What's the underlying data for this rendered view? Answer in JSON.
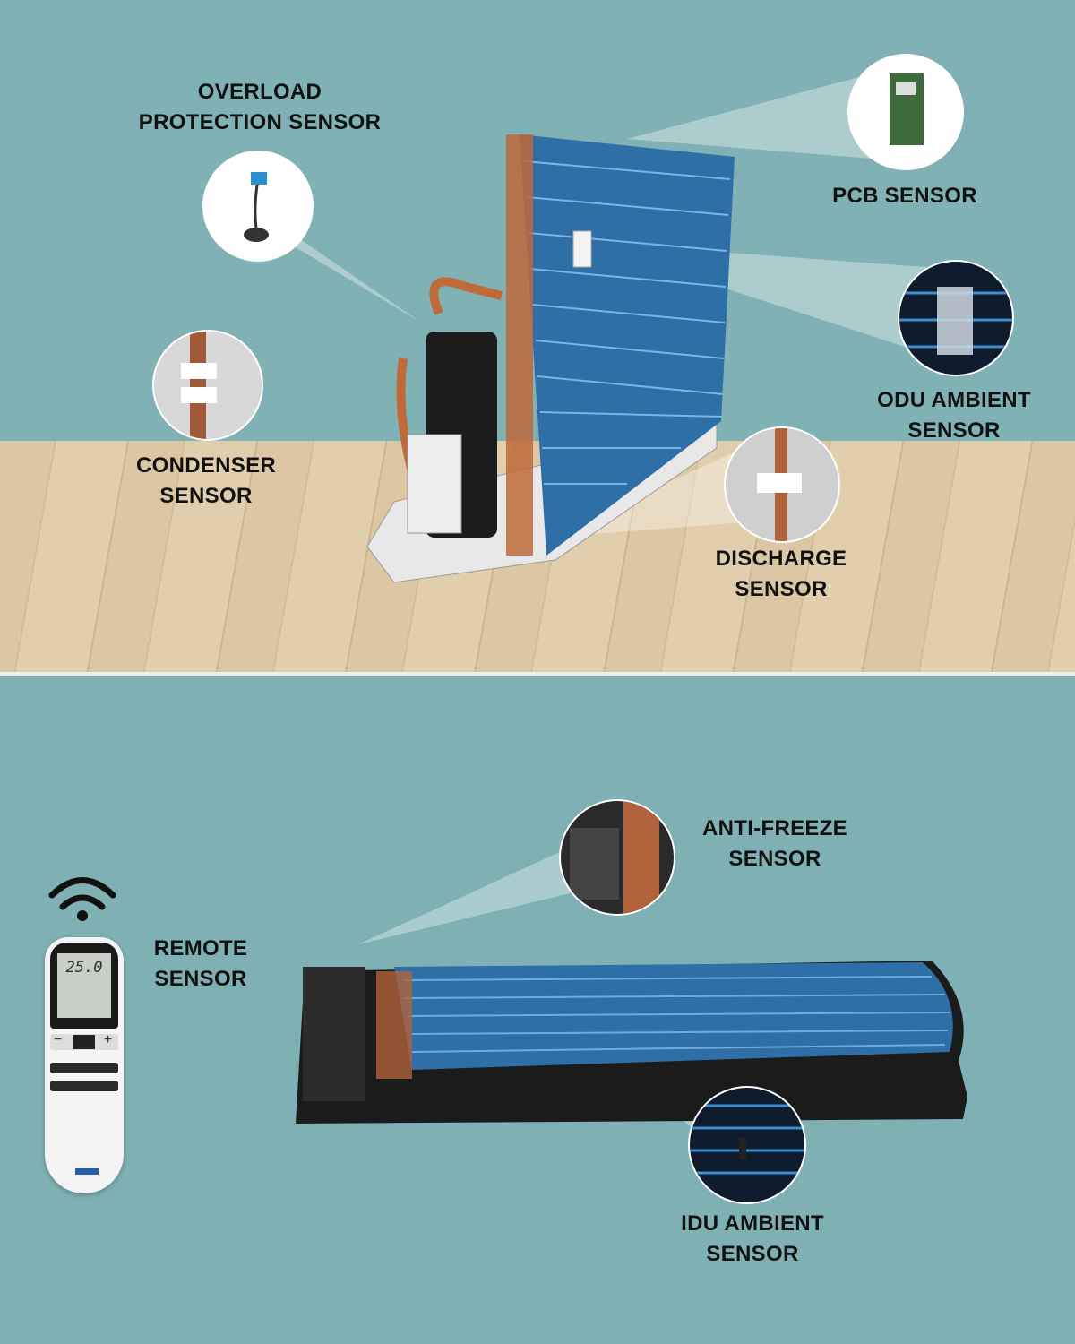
{
  "top_section": {
    "labels": {
      "overload": [
        "OVERLOAD",
        "PROTECTION SENSOR"
      ],
      "pcb": [
        "PCB SENSOR"
      ],
      "odu_ambient": [
        "ODU AMBIENT",
        "SENSOR"
      ],
      "condenser": [
        "CONDENSER",
        "SENSOR"
      ],
      "discharge": [
        "DISCHARGE",
        "SENSOR"
      ]
    }
  },
  "bottom_section": {
    "labels": {
      "anti_freeze": [
        "ANTI-FREEZE",
        "SENSOR"
      ],
      "remote": [
        "REMOTE",
        "SENSOR"
      ],
      "idu_ambient": [
        "IDU AMBIENT",
        "SENSOR"
      ]
    },
    "remote_display": "25.0"
  },
  "colors": {
    "background": "#80b1b4",
    "floor": "#dcc7a4",
    "coil": "#2f6fa8",
    "copper": "#c06a3a"
  }
}
